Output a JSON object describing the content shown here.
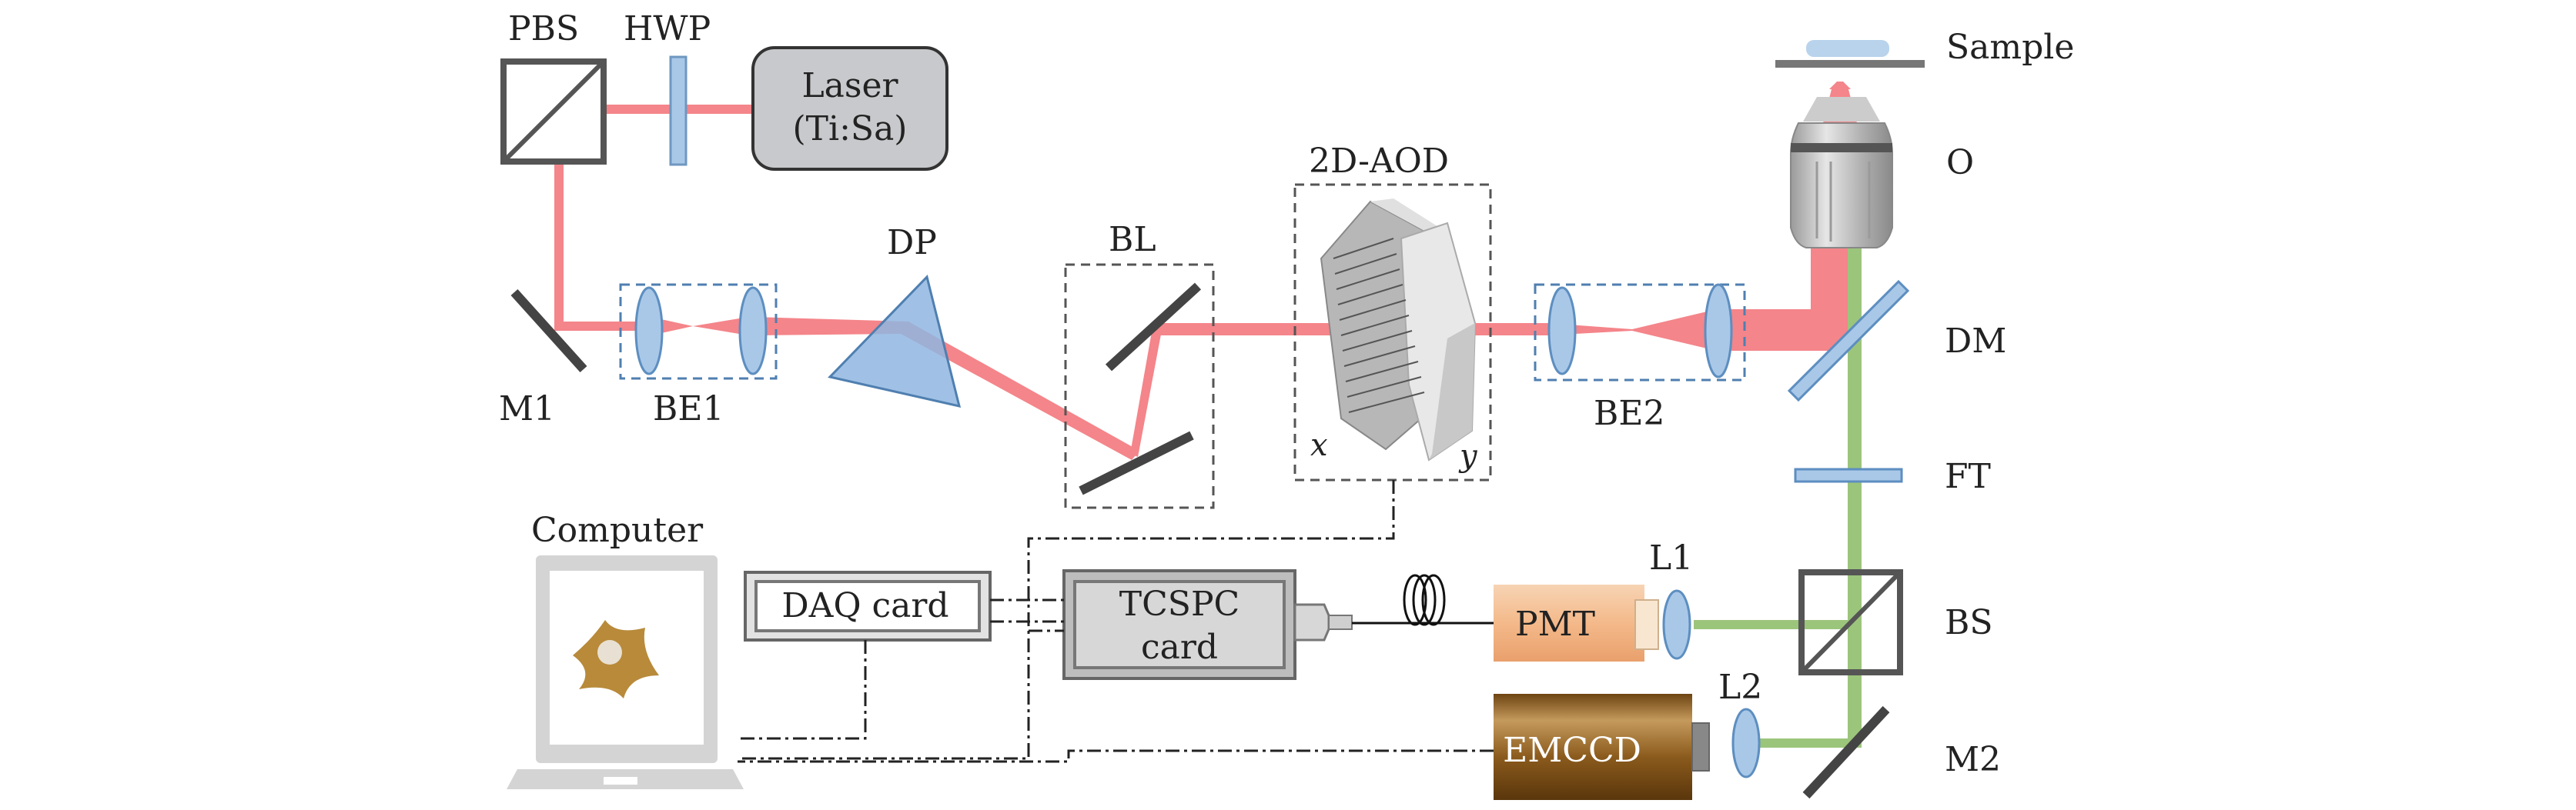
{
  "labels": {
    "pbs": "PBS",
    "hwp": "HWP",
    "laser_line1": "Laser",
    "laser_line2": "(Ti:Sa)",
    "m1": "M1",
    "be1": "BE1",
    "dp": "DP",
    "bl": "BL",
    "aod": "2D-AOD",
    "aod_x": "x",
    "aod_y": "y",
    "be2": "BE2",
    "sample": "Sample",
    "objective": "O",
    "dm": "DM",
    "ft": "FT",
    "bs": "BS",
    "m2": "M2",
    "l1": "L1",
    "l2": "L2",
    "computer": "Computer",
    "daq": "DAQ card",
    "tcspc_line1": "TCSPC",
    "tcspc_line2": "card",
    "pmt": "PMT",
    "emccd": "EMCCD"
  },
  "colors": {
    "excitation_beam": "#f4858a",
    "emission_beam": "#9cc57c",
    "optic_blue": "#a9c8e8",
    "laser_box": "#c8c9cc",
    "pmt_fill": "#f5c7a2",
    "emccd_fill": "#8a5a1c",
    "cell": "#b88a3a"
  }
}
